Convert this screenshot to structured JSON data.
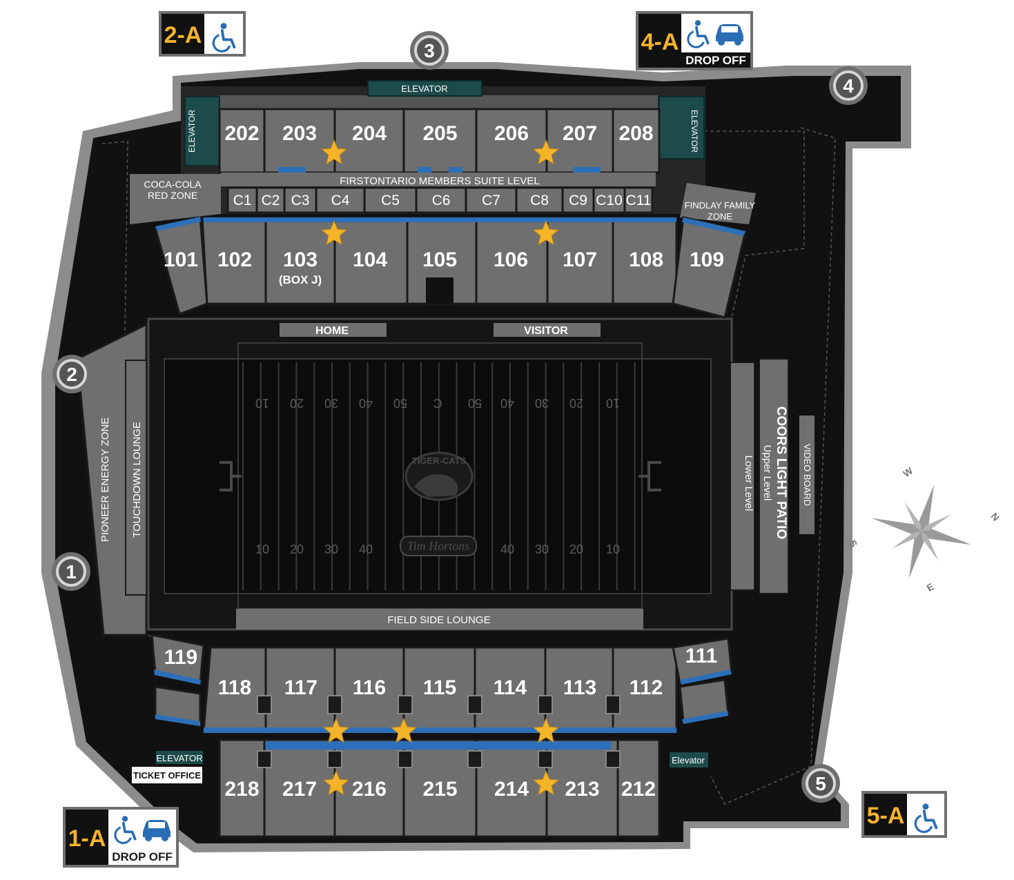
{
  "gates": [
    {
      "label": "1"
    },
    {
      "label": "2"
    },
    {
      "label": "3"
    },
    {
      "label": "4"
    },
    {
      "label": "5"
    }
  ],
  "access_tags": [
    {
      "code": "1-A",
      "icons": [
        "wheelchair-icon",
        "car-icon"
      ],
      "note": "DROP OFF"
    },
    {
      "code": "2-A",
      "icons": [
        "wheelchair-icon"
      ],
      "note": ""
    },
    {
      "code": "4-A",
      "icons": [
        "wheelchair-icon",
        "car-icon"
      ],
      "note": "DROP OFF"
    },
    {
      "code": "5-A",
      "icons": [
        "wheelchair-icon"
      ],
      "note": ""
    }
  ],
  "upper_north_sections": [
    "202",
    "203",
    "204",
    "205",
    "206",
    "207",
    "208"
  ],
  "suites": [
    "C1",
    "C2",
    "C3",
    "C4",
    "C5",
    "C6",
    "C7",
    "C8",
    "C9",
    "C10",
    "C11"
  ],
  "lower_north_sections": [
    "101",
    "102",
    "103",
    "104",
    "105",
    "106",
    "107",
    "108",
    "109"
  ],
  "box_note": "(BOX J)",
  "lower_south_sections": [
    "119",
    "118",
    "117",
    "116",
    "115",
    "114",
    "113",
    "112",
    "111"
  ],
  "upper_south_sections": [
    "218",
    "217",
    "216",
    "215",
    "214",
    "213",
    "212"
  ],
  "labels": {
    "elevator_top": "ELEVATOR",
    "elevator_left": "ELEVATOR",
    "elevator_right": "ELEVATOR",
    "elevator_ticket": "ELEVATOR",
    "elevator_se": "Elevator",
    "ticket_office": "TICKET OFFICE",
    "suite_level": "FIRSTONTARIO MEMBERS SUITE LEVEL",
    "red_zone": [
      "COCA-COLA",
      "RED ZONE"
    ],
    "family_zone": [
      "FINDLAY FAMILY",
      "ZONE"
    ],
    "home": "HOME",
    "visitor": "VISITOR",
    "pioneer": "PIONEER ENERGY ZONE",
    "touchdown": "TOUCHDOWN LOUNGE",
    "field_side": "FIELD  SIDE LOUNGE",
    "coors": "COORS LIGHT PATIO",
    "upper_level": "Upper Level",
    "lower_level": "Lower Level",
    "video_board": "VIDEO BOARD"
  },
  "field_yards_top": [
    "10",
    "20",
    "30",
    "40",
    "50",
    "C",
    "50",
    "40",
    "30",
    "20",
    "10"
  ],
  "field_yards_bottom": [
    "10",
    "20",
    "30",
    "40",
    "",
    "",
    "",
    "40",
    "30",
    "20",
    "10"
  ],
  "compass": [
    "W",
    "N",
    "S",
    "E"
  ],
  "colors": {
    "seat": "#6f6f70",
    "stadium": "#1a1a1a",
    "accent_blue": "#2d6fb8",
    "star": "#f4b42a",
    "accessible_blue": "#2a6db5"
  }
}
